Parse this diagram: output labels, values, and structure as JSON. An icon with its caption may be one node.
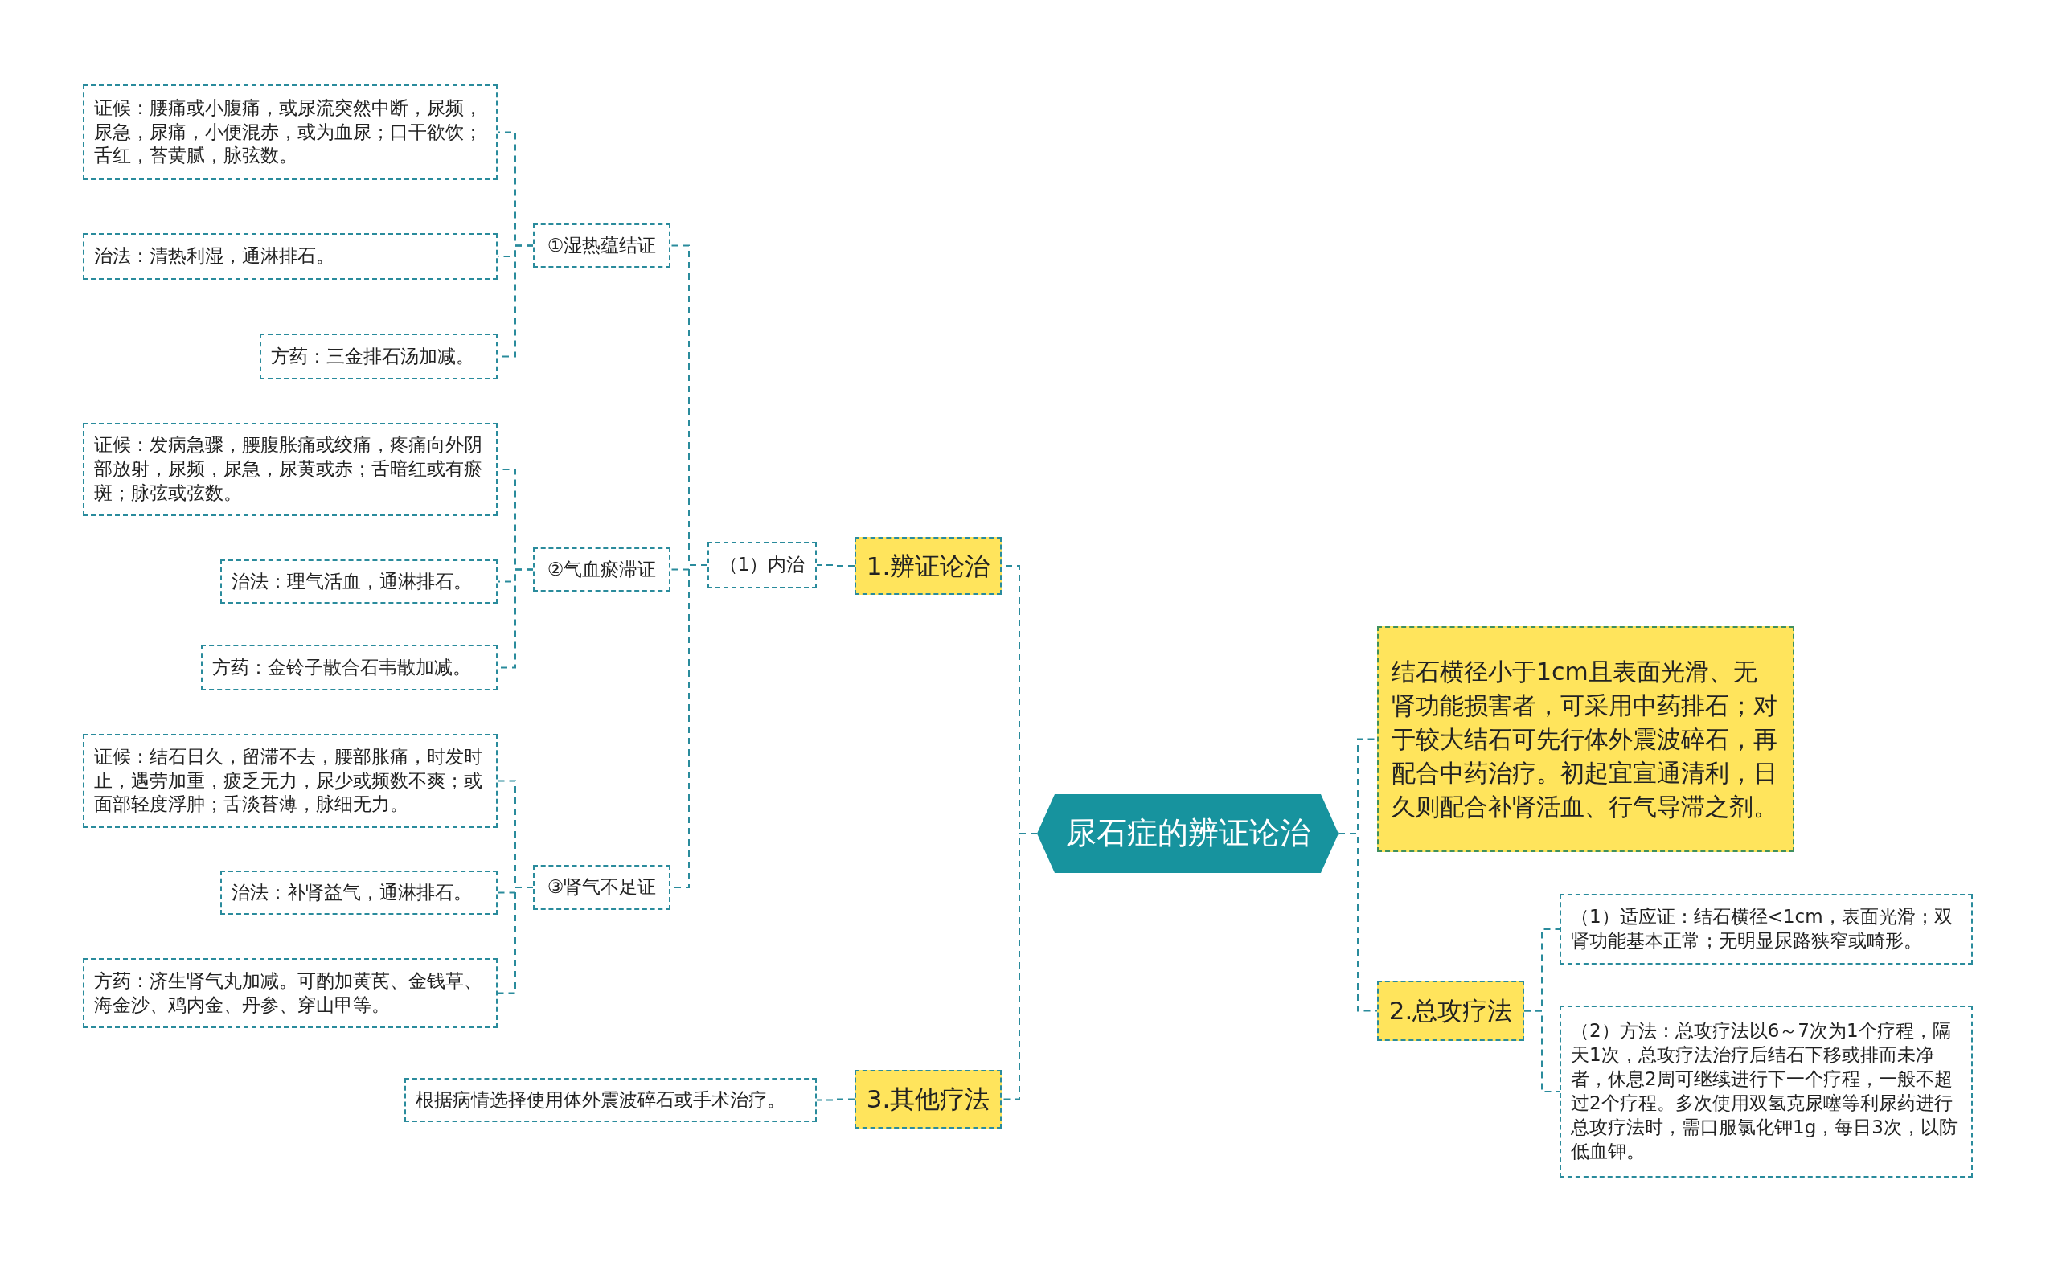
{
  "diagram": {
    "nodes": [
      {
        "text": [
          "尿石症的辨证论治"
        ]
      },
      {
        "text": [
          "1.辨证论治"
        ]
      },
      {
        "text": [
          "（1）内治"
        ]
      },
      {
        "text": [
          "①湿热蕴结证"
        ]
      },
      {
        "text": [
          "证候：腰痛或小腹痛，或尿流突然中断，尿频，尿急，尿痛，小便混赤，或为血尿；口干欲饮；舌红，苔黄腻，脉弦数。"
        ]
      },
      {
        "text": [
          "治法：清热利湿，通淋排石。"
        ]
      },
      {
        "text": [
          "方药：三金排石汤加减。"
        ]
      },
      {
        "text": [
          "②气血瘀滞证"
        ]
      },
      {
        "text": [
          "证候：发病急骤，腰腹胀痛或绞痛，疼痛向外阴部放射，尿频，尿急，尿黄或赤；舌暗红或有瘀斑；脉弦或弦数。"
        ]
      },
      {
        "text": [
          "治法：理气活血，通淋排石。"
        ]
      },
      {
        "text": [
          "方药：金铃子散合石韦散加减。"
        ]
      },
      {
        "text": [
          "③肾气不足证"
        ]
      },
      {
        "text": [
          "证候：结石日久，留滞不去，腰部胀痛，时发时止，遇劳加重，疲乏无力，尿少或频数不爽；或面部轻度浮肿；舌淡苔薄，脉细无力。"
        ]
      },
      {
        "text": [
          "治法：补肾益气，通淋排石。"
        ]
      },
      {
        "text": [
          "方药：济生肾气丸加减。可酌加黄芪、金钱草、海金沙、鸡内金、丹参、穿山甲等。"
        ]
      },
      {
        "text": [
          "3.其他疗法"
        ]
      },
      {
        "text": [
          "根据病情选择使用体外震波碎石或手术治疗。"
        ]
      },
      {
        "text": [
          "结石横径小于1cm且表面光滑、无肾功能损害者，可采用中药排石；对于较大结石可先行体外震波碎石，再配合中药治疗。初起宜宣通清利，日久则配合补肾活血、行气导滞之剂。"
        ]
      },
      {
        "text": [
          "2.总攻疗法"
        ]
      },
      {
        "text": [
          "（1）适应证：结石横径<1cm，表面光滑；双肾功能基本正常；无明显尿路狭窄或畸形。"
        ]
      },
      {
        "text": [
          "（2）方法：总攻疗法以6～7次为1个疗程，隔天1次，总攻疗法治疗后结石下移或排而未净者，休息2周可继续进行下一个疗程，一般不超过2个疗程。多次使用双氢克尿噻等利尿药进行总攻疗法时，需口服氯化钾1g，每日3次，以防低血钾。"
        ]
      }
    ],
    "edges": [
      {
        "from": 0,
        "to": 1,
        "arrow": "none",
        "style": "dashed"
      },
      {
        "from": 1,
        "to": 2,
        "arrow": "none",
        "style": "dashed"
      },
      {
        "from": 2,
        "to": 3,
        "arrow": "none",
        "style": "dashed"
      },
      {
        "from": 3,
        "to": 4,
        "arrow": "none",
        "style": "dashed"
      },
      {
        "from": 3,
        "to": 5,
        "arrow": "none",
        "style": "dashed"
      },
      {
        "from": 3,
        "to": 6,
        "arrow": "none",
        "style": "dashed"
      },
      {
        "from": 2,
        "to": 7,
        "arrow": "none",
        "style": "dashed"
      },
      {
        "from": 7,
        "to": 8,
        "arrow": "none",
        "style": "dashed"
      },
      {
        "from": 7,
        "to": 9,
        "arrow": "none",
        "style": "dashed"
      },
      {
        "from": 7,
        "to": 10,
        "arrow": "none",
        "style": "dashed"
      },
      {
        "from": 2,
        "to": 11,
        "arrow": "none",
        "style": "dashed"
      },
      {
        "from": 11,
        "to": 12,
        "arrow": "none",
        "style": "dashed"
      },
      {
        "from": 11,
        "to": 13,
        "arrow": "none",
        "style": "dashed"
      },
      {
        "from": 11,
        "to": 14,
        "arrow": "none",
        "style": "dashed"
      },
      {
        "from": 0,
        "to": 15,
        "arrow": "none",
        "style": "dashed"
      },
      {
        "from": 15,
        "to": 16,
        "arrow": "none",
        "style": "dashed"
      },
      {
        "from": 0,
        "to": 17,
        "arrow": "none",
        "style": "dashed"
      },
      {
        "from": 0,
        "to": 18,
        "arrow": "none",
        "style": "dashed"
      },
      {
        "from": 18,
        "to": 19,
        "arrow": "none",
        "style": "dashed"
      },
      {
        "from": 18,
        "to": 20,
        "arrow": "none",
        "style": "dashed"
      }
    ]
  }
}
